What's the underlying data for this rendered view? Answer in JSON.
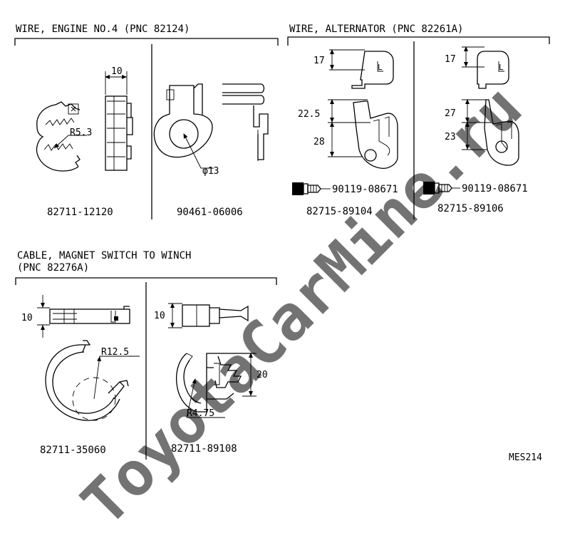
{
  "watermark": "ToyotaCarMine.ru",
  "figure_code": "MES214",
  "sections": {
    "engine": {
      "title": "WIRE, ENGINE NO.4 (PNC 82124)",
      "parts": [
        {
          "part_no": "82711-12120",
          "dims": [
            "10",
            "R5.3"
          ]
        },
        {
          "part_no": "90461-06006",
          "dims": [
            "φ13"
          ]
        }
      ]
    },
    "alternator": {
      "title": "WIRE, ALTERNATOR (PNC 82261A)",
      "parts": [
        {
          "part_no": "82715-89104",
          "bolt": "90119-08671",
          "dims": [
            "17",
            "22.5",
            "28"
          ]
        },
        {
          "part_no": "82715-89106",
          "bolt": "90119-08671",
          "dims": [
            "17",
            "27",
            "23"
          ]
        }
      ]
    },
    "winch": {
      "title_line1": "CABLE, MAGNET SWITCH TO WINCH",
      "title_line2": "(PNC 82276A)",
      "parts": [
        {
          "part_no": "82711-35060",
          "dims": [
            "10",
            "R12.5"
          ]
        },
        {
          "part_no": "82711-89108",
          "dims": [
            "10",
            "20",
            "R4.75"
          ]
        }
      ]
    }
  }
}
